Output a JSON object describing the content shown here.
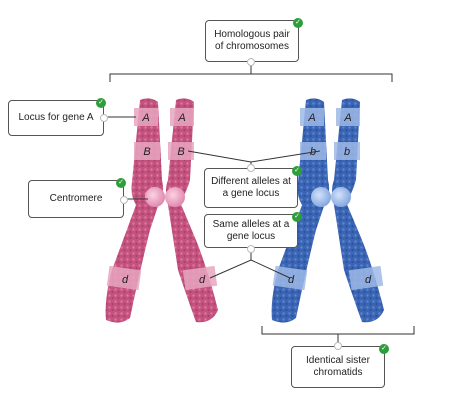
{
  "labels": {
    "homologous_pair": "Homologous pair\nof chromosomes",
    "locus_for_gene_a": "Locus for gene A",
    "centromere": "Centromere",
    "different_alleles": "Different alleles at\na gene locus",
    "same_alleles": "Same alleles at a\ngene locus",
    "identical_sister": "Identical sister\nchromatids"
  },
  "alleles": {
    "pink_top_left": "A",
    "pink_top_right": "A",
    "pink_mid_left": "B",
    "pink_mid_right": "B",
    "pink_bottom_left": "d",
    "pink_bottom_right": "d",
    "blue_top_left": "A",
    "blue_top_right": "A",
    "blue_mid_left": "b",
    "blue_mid_right": "b",
    "blue_bottom_left": "d",
    "blue_bottom_right": "d"
  },
  "icons": {
    "check": "check-icon",
    "check_glyph": "✓"
  },
  "colors": {
    "pink_chromosome": "#c4527e",
    "pink_light": "#e8a6c0",
    "blue_chromosome": "#3a64b4",
    "blue_light": "#9db8e6",
    "check": "#2e9e3a",
    "line": "#333333"
  }
}
